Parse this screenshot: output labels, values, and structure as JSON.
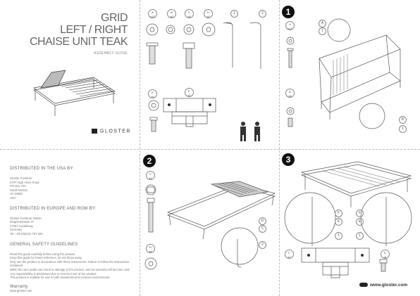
{
  "title": {
    "line1": "GRID",
    "line2": "LEFT / RIGHT",
    "line3": "CHAISE UNIT TEAK",
    "subtitle": "ASSEMBLY GUIDE"
  },
  "brand": "GLOSTER",
  "parts": {
    "A": {
      "letter": "A",
      "qty": "x12"
    },
    "B": {
      "letter": "B",
      "qty": "x6"
    },
    "C": {
      "letter": "C",
      "qty": "x6"
    },
    "D": {
      "letter": "D",
      "qty": "x6"
    },
    "E": {
      "letter": "E",
      "qty": "x6"
    },
    "F": {
      "letter": "F",
      "qty": "x2"
    },
    "tool1": "1",
    "tool2": "2"
  },
  "steps": {
    "s1": "1",
    "s2": "2",
    "s3": "3"
  },
  "step1": {
    "badgeA": {
      "letter": "A",
      "qty": "x12"
    },
    "badgeB": {
      "letter": "B",
      "qty": "x6"
    },
    "callA": "A",
    "call1": "1",
    "callB": "B",
    "call1b": "1"
  },
  "step2": {
    "badgeC": {
      "letter": "C",
      "qty": "x6"
    },
    "badgeD": {
      "letter": "D",
      "qty": "x6"
    },
    "callD": "D",
    "callC": "C",
    "call2": "2"
  },
  "step3": {
    "badgeF": {
      "letter": "F",
      "qty": "x2"
    },
    "badgeE": {
      "letter": "E",
      "qty": "x4"
    },
    "callF1": "F",
    "callE1": "E",
    "call11": "1",
    "callF2": "F",
    "callE2": "E",
    "call12": "1"
  },
  "distribution": {
    "usa_heading": "DISTRIBUTED IN THE USA BY:",
    "usa_lines": [
      "Gloster Furniture",
      "2707 High Arbor Road",
      "PO Box 720",
      "South Boston",
      "VA 24592",
      "USA"
    ],
    "eu_heading": "DISTRIBUTED IN EUROPE AND ROW BY:",
    "eu_lines": [
      "Gloster Furniture GmbH",
      "Ziegeleistrasse 37",
      "27257 Lundsburg",
      "Germany",
      "Tel: +49 (0)4131 787 520"
    ],
    "safety_heading": "GENERAL SAFETY GUIDELINES",
    "safety_lines": [
      "Read this guide carefully before using the product.",
      "Keep this guide for future reference, do not throw away.",
      "Only use the product in accordance with these instructions. Failure to follow the instructions contained",
      "within the user guide can result in damage to the product, and no warranty will become void.",
      "Any responsibility is disclaimed due to incorrect use of the product.",
      "This product is suitable for use in both residential and contract environments."
    ],
    "warranty_heading": "Warranty",
    "warranty_url": "www.gloster.com"
  },
  "footer_url": "www.gloster.com"
}
